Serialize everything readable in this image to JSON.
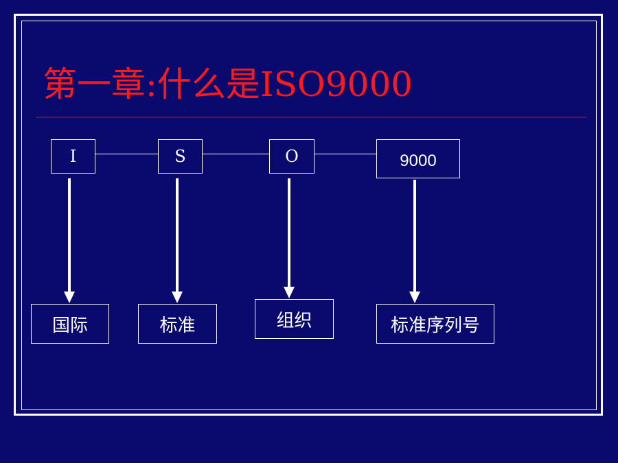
{
  "slide": {
    "title": "第一章:什么是ISO9000"
  },
  "diagram": {
    "top_boxes": [
      {
        "label": "I"
      },
      {
        "label": "S"
      },
      {
        "label": "O"
      },
      {
        "label": "9000"
      }
    ],
    "bottom_boxes": [
      {
        "label": "国际"
      },
      {
        "label": "标准"
      },
      {
        "label": "组织"
      },
      {
        "label": "标准序列号"
      }
    ]
  },
  "colors": {
    "background": "#0a0a6e",
    "title": "#ff1a1a",
    "rule": "#7a0a2a",
    "lines": "#ffffff"
  }
}
